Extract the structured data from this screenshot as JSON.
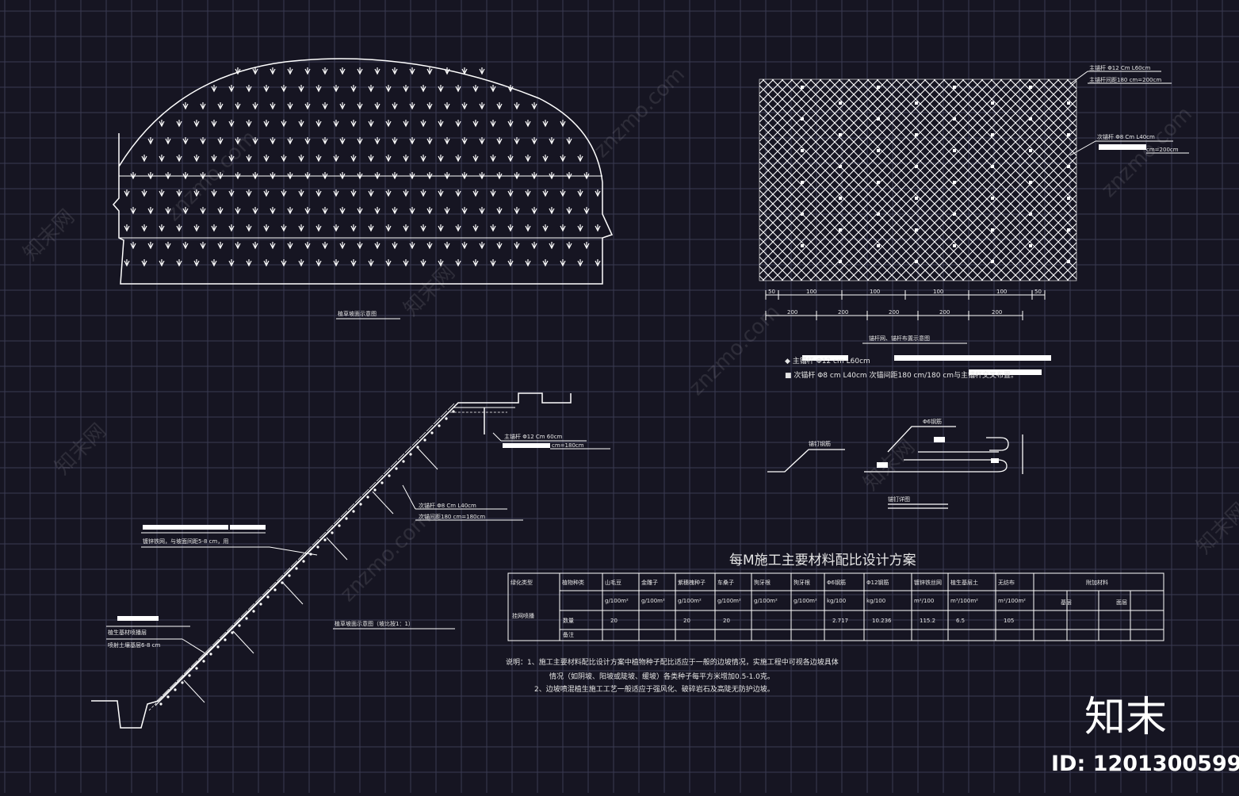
{
  "drawing": {
    "plan_label": "植草坡面示意图",
    "section_label": "植草坡面示意图（坡比按1：1）",
    "net_label": "锚杆网、锚杆布置示意图",
    "detail_label": "锚钉详图",
    "detail_tag_left": "锚钉钢筋",
    "detail_tag_right": "Φ6钢筋"
  },
  "annotations": {
    "main_anchor_top": "主锚杆 Φ12 Cm  L60cm",
    "main_anchor_top_spacing": "主锚杆间距180 cm=200cm",
    "sec_anchor_right": "次锚杆 Φ8 Cm  L40cm",
    "sec_anchor_right_spacing": "cm=200cm",
    "main_anchor_section": "主锚杆 Φ12 Cm  60cm",
    "main_anchor_section_spacing": "cm=180cm",
    "sec_anchor_section": "次锚杆 Φ8 Cm  L40cm",
    "sec_anchor_section_spacing": "次锚间距180 cm=180cm",
    "net_note": "镀锌铁网，与坡面间距5-8 cm，用",
    "layer_a": "植生基材喷播层",
    "layer_b": "喷射土壤基层6-8 cm"
  },
  "legend": {
    "row1": "◆ 主锚杆 Φ12 cm  L60cm",
    "row2": "■ 次锚杆 Φ8 cm  L40cm 次锚间距180 cm/180 cm与主锚杆交叉布置。"
  },
  "dimensions": {
    "top_row": [
      "50",
      "100",
      "100",
      "100",
      "100",
      "50"
    ],
    "bottom_row": [
      "200",
      "200",
      "200",
      "200",
      "200"
    ]
  },
  "table": {
    "title": "每M施工主要材料配比设计方案",
    "headers": [
      "绿化类型",
      "植物种类",
      "山毛豆",
      "金雕子",
      "紫穗槐种子",
      "车桑子",
      "狗牙根",
      "狗牙根",
      "Φ6钢筋",
      "Φ12钢筋",
      "镀锌铁丝网",
      "植生基层土",
      "无纺布",
      "附加材料"
    ],
    "units": [
      "",
      "",
      "g/100m²",
      "g/100m²",
      "g/100m²",
      "g/100m²",
      "g/100m²",
      "g/100m²",
      "kg/100",
      "kg/100",
      "m²/100",
      "m³/100m²",
      "m²/100m²",
      ""
    ],
    "sub_headers": [
      "基层",
      "面层"
    ],
    "row_label": "挂网喷播",
    "qty_label": "数量",
    "note_label": "备注",
    "values": [
      "",
      "20",
      "",
      "20",
      "20",
      "",
      "",
      "2.717",
      "10.236",
      "115.2",
      "6.5",
      "105"
    ]
  },
  "notes": {
    "line1": "说明：1、施工主要材料配比设计方案中植物种子配比适应于一般的边坡情况，实施工程中可视各边坡具体",
    "line2": "情况（如阴坡、阳坡或陡坡、缓坡）各类种子每平方米增加0.5-1.0克。",
    "line3": "2、边坡喷混植生施工工艺一般适应于强风化、破碎岩石及高陡无防护边坡。"
  },
  "watermark": {
    "brand": "知末",
    "id": "ID: 1201300599",
    "site": "znzmo.com",
    "site_cn": "知末网"
  }
}
